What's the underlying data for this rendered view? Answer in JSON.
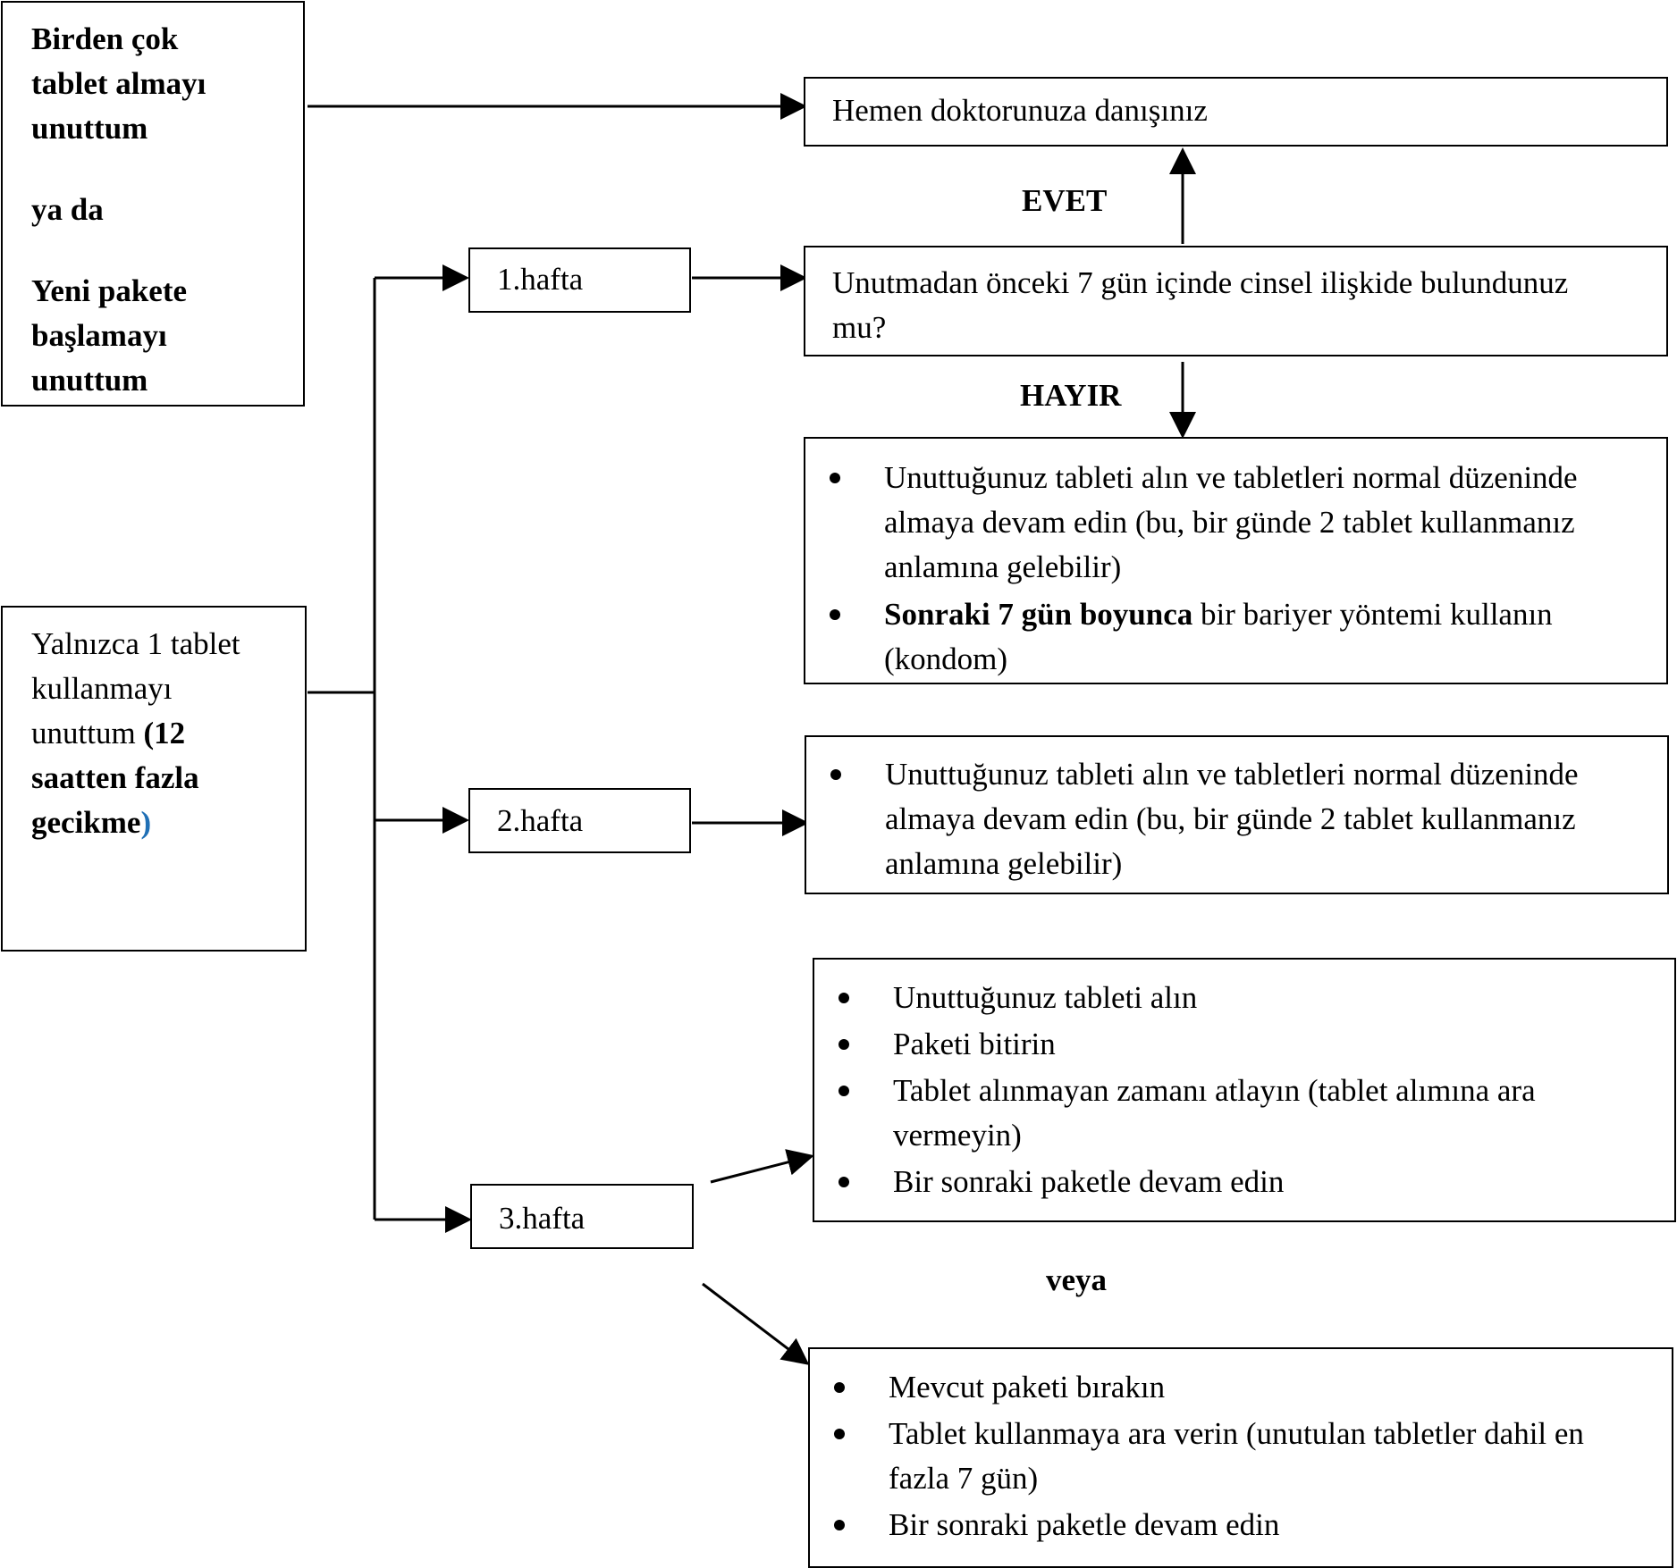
{
  "left_boxes": {
    "multiple": {
      "line1": "Birden çok",
      "line2": "tablet almayı",
      "line3": "unuttum",
      "or": "ya da",
      "line4": "Yeni pakete",
      "line5": "başlamayı",
      "line6": "unuttum"
    },
    "single": {
      "line1": "Yalnızca 1 tablet",
      "line2": "kullanmayı",
      "line3": "unuttum",
      "line3_bold": "(12",
      "line4": "saatten fazla",
      "line5": "gecikme",
      "line5_paren": ")"
    }
  },
  "weeks": {
    "w1": "1.hafta",
    "w2": "2.hafta",
    "w3": "3.hafta"
  },
  "doctor_box": {
    "text": "Hemen doktorunuza danışınız"
  },
  "question_box": {
    "line1": "Unutmadan önceki 7 gün içinde cinsel ilişkide bulundunuz",
    "line2": "mu?"
  },
  "labels": {
    "yes": "EVET",
    "no": "HAYIR",
    "or": "veya"
  },
  "week1_no_box": {
    "item1_l1": "Unuttuğunuz tableti alın ve tabletleri normal düzeninde",
    "item1_l2": "almaya devam edin (bu, bir günde 2 tablet kullanmanız",
    "item1_l3": "anlamına gelebilir)",
    "item2_bold": "Sonraki 7 gün boyunca",
    "item2_l1": " bir bariyer yöntemi kullanın",
    "item2_l2": "(kondom)"
  },
  "week2_box": {
    "item1_l1": "Unuttuğunuz tableti alın ve tabletleri normal düzeninde",
    "item1_l2": "almaya devam edin (bu, bir günde 2 tablet kullanmanız",
    "item1_l3": "anlamına gelebilir)"
  },
  "week3_option1": {
    "item1": "Unuttuğunuz tableti alın",
    "item2": "Paketi bitirin",
    "item3_l1": "Tablet alınmayan zamanı atlayın (tablet alımına ara",
    "item3_l2": "vermeyin)",
    "item4": "Bir sonraki paketle devam edin"
  },
  "week3_option2": {
    "item1": "Mevcut paketi bırakın",
    "item2_l1": "Tablet kullanmaya ara verin (unutulan tabletler dahil en",
    "item2_l2": "fazla 7 gün)",
    "item3": "Bir sonraki paketle devam edin"
  }
}
